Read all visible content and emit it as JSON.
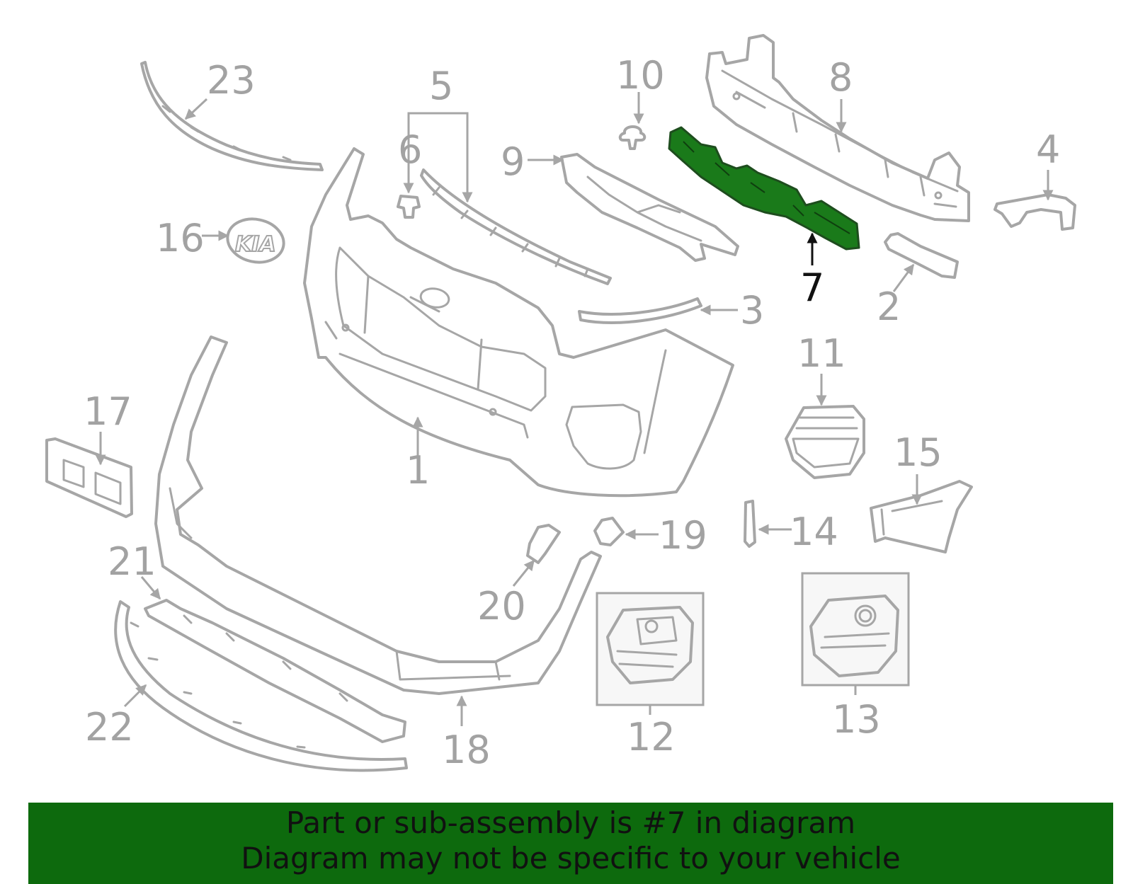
{
  "diagram": {
    "highlight_color": "#1a7a1a",
    "line_color": "#a6a6a6",
    "callouts": [
      {
        "id": "1",
        "label": "1"
      },
      {
        "id": "2",
        "label": "2"
      },
      {
        "id": "3",
        "label": "3"
      },
      {
        "id": "4",
        "label": "4"
      },
      {
        "id": "5",
        "label": "5"
      },
      {
        "id": "6",
        "label": "6"
      },
      {
        "id": "7",
        "label": "7",
        "highlighted": true
      },
      {
        "id": "8",
        "label": "8"
      },
      {
        "id": "9",
        "label": "9"
      },
      {
        "id": "10",
        "label": "10"
      },
      {
        "id": "11",
        "label": "11"
      },
      {
        "id": "12",
        "label": "12"
      },
      {
        "id": "13",
        "label": "13"
      },
      {
        "id": "14",
        "label": "14"
      },
      {
        "id": "15",
        "label": "15"
      },
      {
        "id": "16",
        "label": "16"
      },
      {
        "id": "17",
        "label": "17"
      },
      {
        "id": "18",
        "label": "18"
      },
      {
        "id": "19",
        "label": "19"
      },
      {
        "id": "20",
        "label": "20"
      },
      {
        "id": "21",
        "label": "21"
      },
      {
        "id": "22",
        "label": "22"
      },
      {
        "id": "23",
        "label": "23"
      }
    ]
  },
  "banner": {
    "background": "#0d6a0d",
    "line1": "Part or sub-assembly is #7 in diagram",
    "line2": "Diagram may not be specific to your vehicle"
  }
}
